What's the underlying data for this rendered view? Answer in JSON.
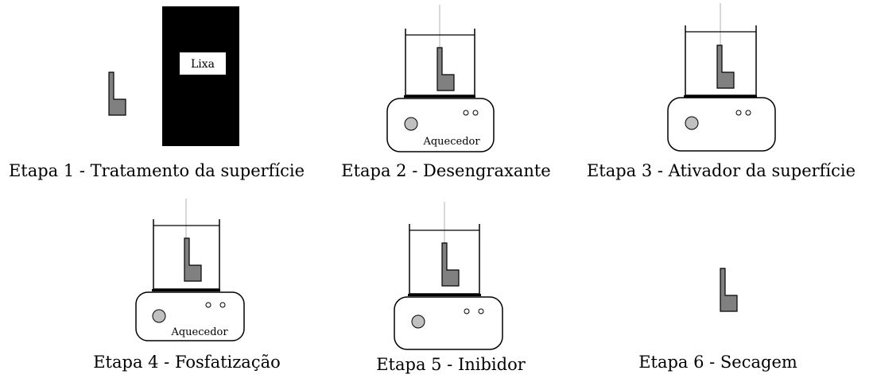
{
  "steps": [
    {
      "caption": "Etapa 1 - Tratamento da superfície",
      "sandpaper_label": "Lixa"
    },
    {
      "caption": "Etapa 2 - Desengraxante",
      "heater_label": "Aquecedor"
    },
    {
      "caption": "Etapa 3 - Ativador da superfície"
    },
    {
      "caption": "Etapa 4 - Fosfatização",
      "heater_label": "Aquecedor"
    },
    {
      "caption": "Etapa 5 - Inibidor"
    },
    {
      "caption": "Etapa 6 - Secagem"
    }
  ],
  "colors": {
    "specimen": "#808080",
    "knob": "#c0c0c0",
    "sandpaper": "#000000",
    "line": "#000000",
    "wire": "#b0b0b0"
  }
}
